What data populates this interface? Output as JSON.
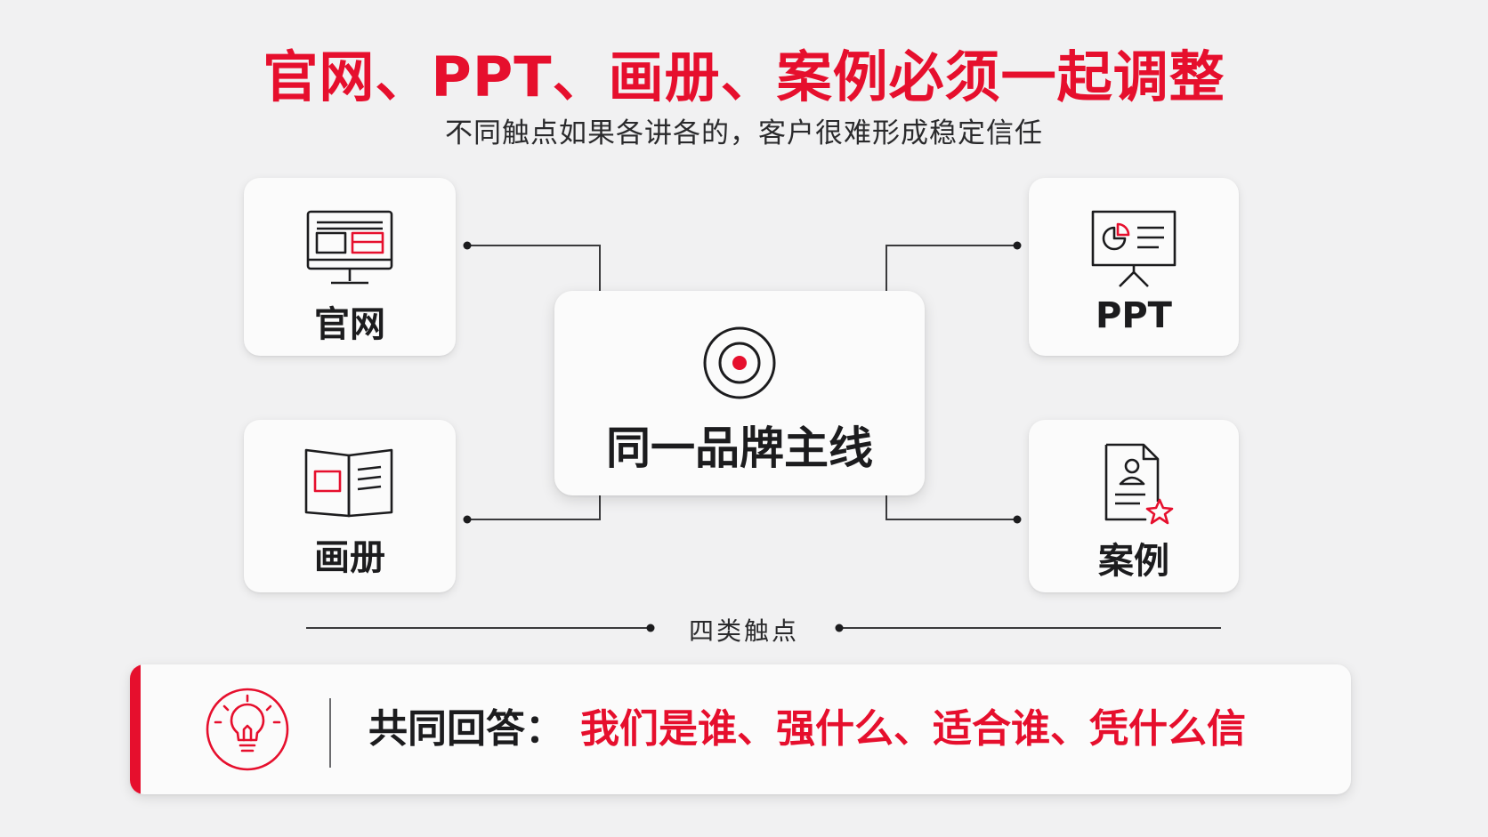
{
  "header": {
    "title": "官网、PPT、画册、案例必须一起调整",
    "subtitle": "不同触点如果各讲各的，客户很难形成稳定信任"
  },
  "center": {
    "icon": "target-icon",
    "label": "同一品牌主线"
  },
  "touchpoints": [
    {
      "icon": "website-monitor-icon",
      "label": "官网"
    },
    {
      "icon": "presentation-board-icon",
      "label": "PPT"
    },
    {
      "icon": "brochure-book-icon",
      "label": "画册"
    },
    {
      "icon": "case-document-star-icon",
      "label": "案例"
    }
  ],
  "divider": {
    "label": "四类触点"
  },
  "banner": {
    "icon": "lightbulb-icon",
    "prefix": "共同回答：",
    "answer": "我们是谁、强什么、适合谁、凭什么信"
  },
  "colors": {
    "accent": "#e60f2d",
    "text": "#1c1c1e",
    "background": "#f1f1f2",
    "card": "#fbfbfb"
  }
}
